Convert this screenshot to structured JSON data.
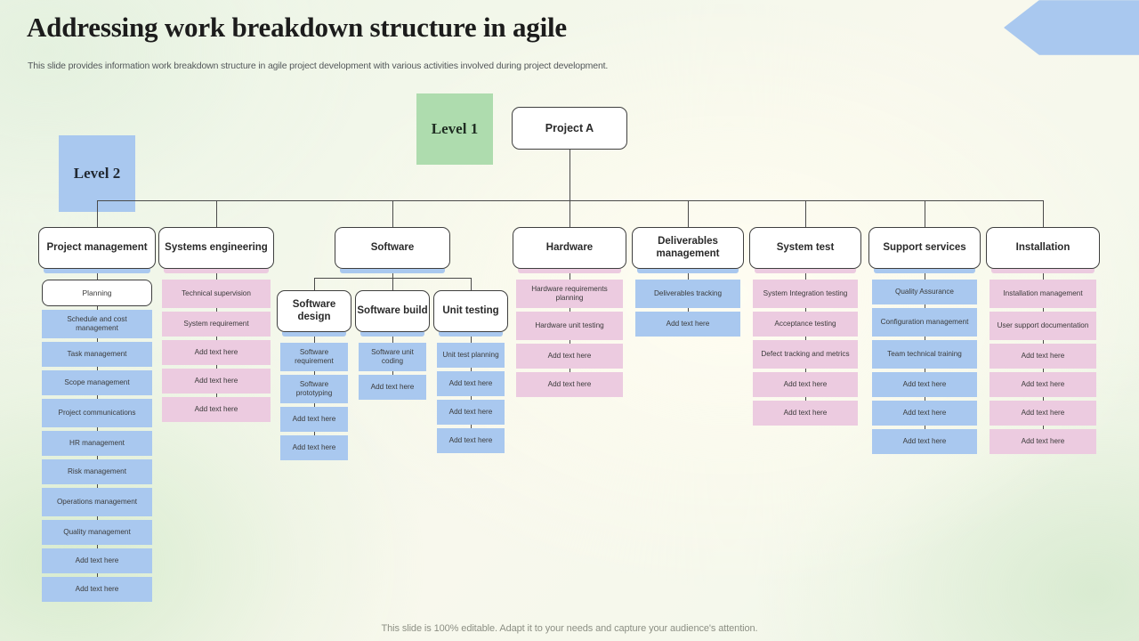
{
  "slide": {
    "title": "Addressing work breakdown structure in agile",
    "subtitle": "This slide provides information work breakdown structure in agile project development with various activities involved during project development.",
    "footer": "This slide is 100% editable. Adapt it to your needs and capture your audience's attention."
  },
  "legend": {
    "level1": "Level 1",
    "level2": "Level 2",
    "level1_color": "#aedcae",
    "level2_color": "#a9c8ef"
  },
  "palette": {
    "blue": "#a9c8ef",
    "pink": "#eccbe0",
    "node_border": "#3f3f3f",
    "connector": "#4a4a4a"
  },
  "root": {
    "label": "Project A"
  },
  "software_group": {
    "label": "Software"
  },
  "columns": [
    {
      "id": "project-management",
      "header": "Project management",
      "accent": "blue",
      "items": [
        {
          "label": "Planning",
          "style": "white-node"
        },
        {
          "label": "Schedule and cost management",
          "style": "blue"
        },
        {
          "label": "Task management",
          "style": "blue"
        },
        {
          "label": "Scope management",
          "style": "blue"
        },
        {
          "label": "Project communications",
          "style": "blue"
        },
        {
          "label": "HR management",
          "style": "blue"
        },
        {
          "label": "Risk management",
          "style": "blue"
        },
        {
          "label": "Operations management",
          "style": "blue"
        },
        {
          "label": "Quality management",
          "style": "blue"
        },
        {
          "label": "Add text here",
          "style": "blue"
        },
        {
          "label": "Add text here",
          "style": "blue"
        }
      ]
    },
    {
      "id": "systems-engineering",
      "header": "Systems engineering",
      "accent": "pink",
      "items": [
        {
          "label": "Technical supervision",
          "style": "pink"
        },
        {
          "label": "System requirement",
          "style": "pink"
        },
        {
          "label": "Add text here",
          "style": "pink"
        },
        {
          "label": "Add text here",
          "style": "pink"
        },
        {
          "label": "Add text here",
          "style": "pink"
        }
      ]
    },
    {
      "id": "software-design",
      "header": "Software design",
      "accent": "blue",
      "items": [
        {
          "label": "Software requirement",
          "style": "blue"
        },
        {
          "label": "Software prototyping",
          "style": "blue"
        },
        {
          "label": "Add text here",
          "style": "blue"
        },
        {
          "label": "Add text here",
          "style": "blue"
        }
      ]
    },
    {
      "id": "software-build",
      "header": "Software build",
      "accent": "blue",
      "items": [
        {
          "label": "Software unit coding",
          "style": "blue"
        },
        {
          "label": "Add text here",
          "style": "blue"
        }
      ]
    },
    {
      "id": "unit-testing",
      "header": "Unit testing",
      "accent": "blue",
      "items": [
        {
          "label": "Unit test planning",
          "style": "blue"
        },
        {
          "label": "Add text here",
          "style": "blue"
        },
        {
          "label": "Add text here",
          "style": "blue"
        },
        {
          "label": "Add text here",
          "style": "blue"
        }
      ]
    },
    {
      "id": "hardware",
      "header": "Hardware",
      "accent": "pink",
      "items": [
        {
          "label": "Hardware requirements planning",
          "style": "pink"
        },
        {
          "label": "Hardware unit testing",
          "style": "pink"
        },
        {
          "label": "Add text here",
          "style": "pink"
        },
        {
          "label": "Add text here",
          "style": "pink"
        }
      ]
    },
    {
      "id": "deliverables-management",
      "header": "Deliverables management",
      "accent": "blue",
      "items": [
        {
          "label": "Deliverables tracking",
          "style": "blue"
        },
        {
          "label": "Add text here",
          "style": "blue"
        }
      ]
    },
    {
      "id": "system-test",
      "header": "System test",
      "accent": "pink",
      "items": [
        {
          "label": "System Integration testing",
          "style": "pink"
        },
        {
          "label": "Acceptance testing",
          "style": "pink"
        },
        {
          "label": "Defect tracking and metrics",
          "style": "pink"
        },
        {
          "label": "Add text here",
          "style": "pink"
        },
        {
          "label": "Add text here",
          "style": "pink"
        }
      ]
    },
    {
      "id": "support-services",
      "header": "Support services",
      "accent": "blue",
      "items": [
        {
          "label": "Quality Assurance",
          "style": "blue"
        },
        {
          "label": "Configuration management",
          "style": "blue"
        },
        {
          "label": "Team technical training",
          "style": "blue"
        },
        {
          "label": "Add text here",
          "style": "blue"
        },
        {
          "label": "Add text here",
          "style": "blue"
        },
        {
          "label": "Add text here",
          "style": "blue"
        }
      ]
    },
    {
      "id": "installation",
      "header": "Installation",
      "accent": "pink",
      "items": [
        {
          "label": "Installation management",
          "style": "pink"
        },
        {
          "label": "User support documentation",
          "style": "pink"
        },
        {
          "label": "Add text here",
          "style": "pink"
        },
        {
          "label": "Add text here",
          "style": "pink"
        },
        {
          "label": "Add text here",
          "style": "pink"
        },
        {
          "label": "Add text here",
          "style": "pink"
        }
      ]
    }
  ]
}
